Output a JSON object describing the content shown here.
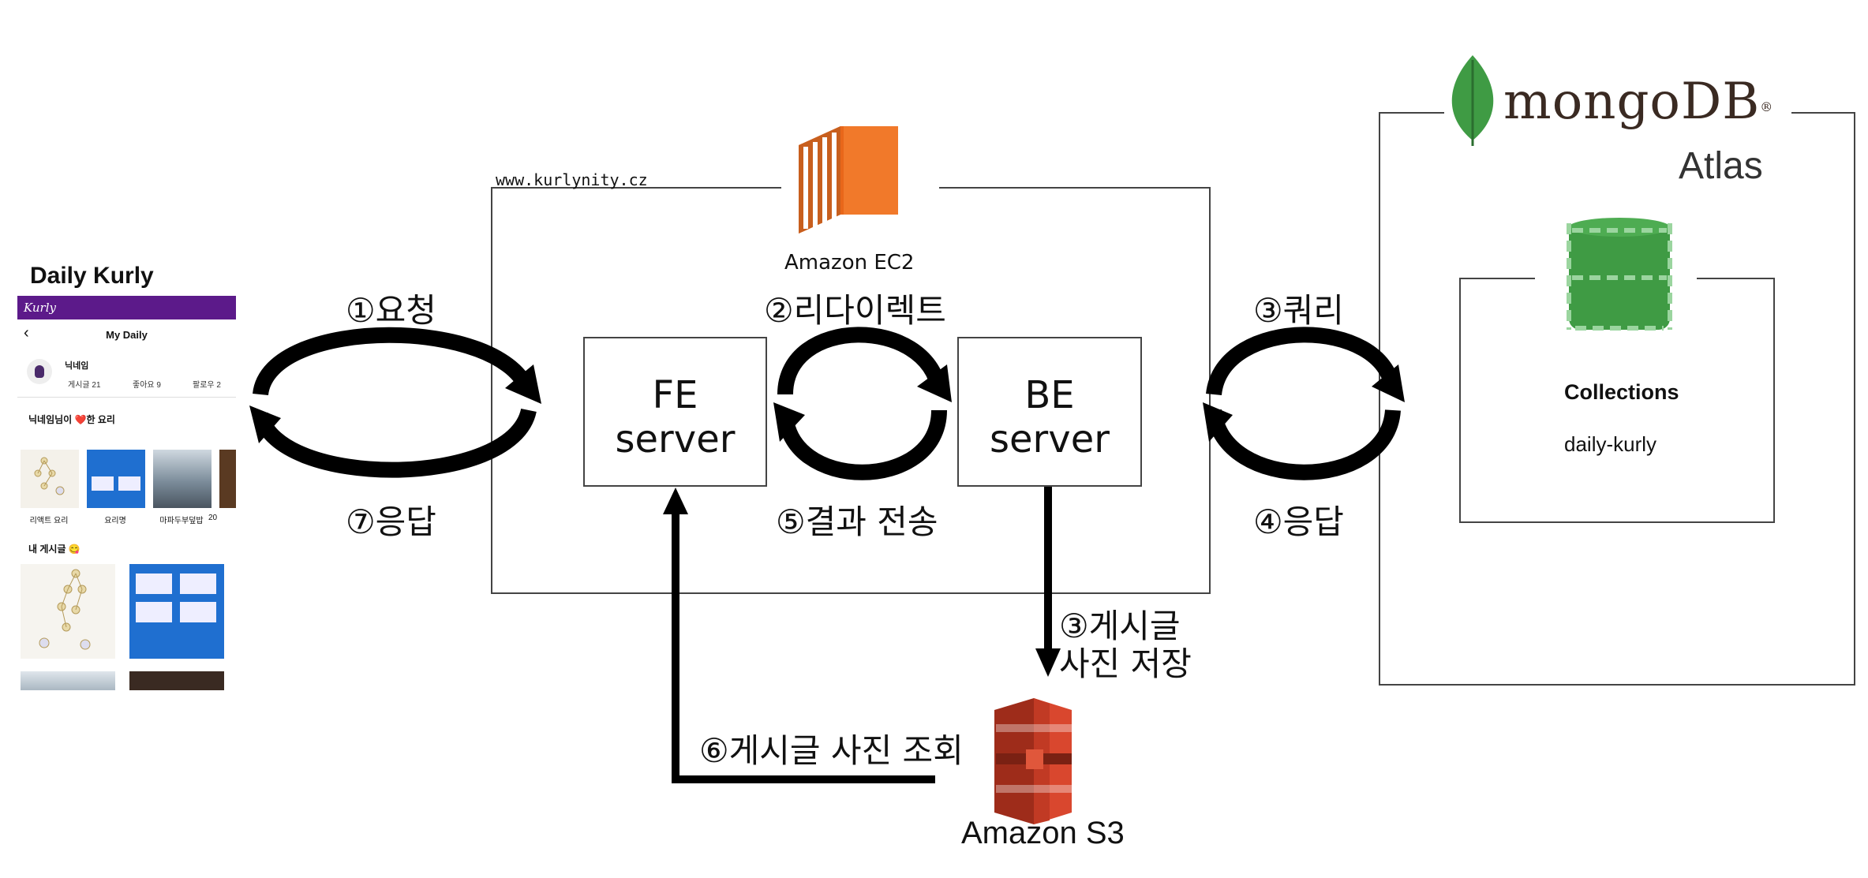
{
  "app_title": "Daily Kurly",
  "phone": {
    "brand": "Kurly",
    "back_icon": "chevron-left-icon",
    "screen_title": "My Daily",
    "nickname": "닉네임",
    "stats": [
      "게시글 21",
      "좋아요 9",
      "팔로우 2"
    ],
    "section1_title": "닉네임님이 ❤️한 요리",
    "recipes": [
      "리액트 요리",
      "요리명",
      "마파두부덮밥",
      "20"
    ],
    "section2_title": "내 게시글 😋"
  },
  "ec2": {
    "domain": "www.kurlynity.cz",
    "label": "Amazon EC2"
  },
  "servers": {
    "fe": [
      "FE",
      "server"
    ],
    "be": [
      "BE",
      "server"
    ]
  },
  "steps": {
    "request": "①요청",
    "response7": "⑦응답",
    "redirect": "②리다이렉트",
    "result": "⑤결과 전송",
    "query": "③쿼리",
    "response4": "④응답",
    "save_line1": "③게시글",
    "save_line2": "사진 저장",
    "fetch": "⑥게시글 사진 조회"
  },
  "mongo": {
    "brand": "mongoDB",
    "reg": "®",
    "sub": "Atlas",
    "collections_title": "Collections",
    "collection_name": "daily-kurly"
  },
  "s3": {
    "label": "Amazon S3"
  },
  "colors": {
    "ec2_orange": "#f1792a",
    "ec2_orange_dark": "#c85f1e",
    "s3_red": "#d9472e",
    "s3_red_dark": "#9e2c1a",
    "mongo_green": "#3f9b44",
    "kurly_purple": "#5c1a8a",
    "arrow": "#000000"
  }
}
